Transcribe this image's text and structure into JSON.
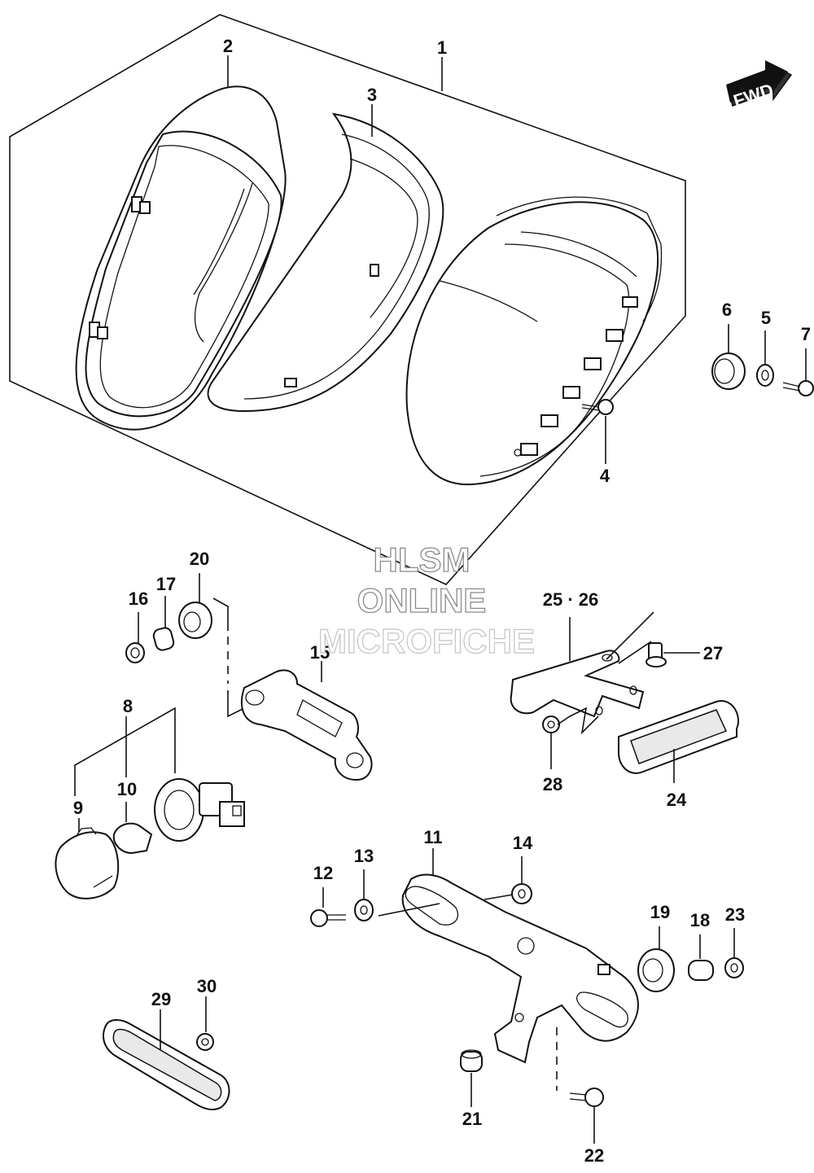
{
  "diagram": {
    "direction_badge": "FWD",
    "watermark": [
      "HLSM",
      "ONLINE",
      "MICROFICHE"
    ],
    "callouts": {
      "p1": "1",
      "p2": "2",
      "p3": "3",
      "p4": "4",
      "p5": "5",
      "p6": "6",
      "p7": "7",
      "p8": "8",
      "p9": "9",
      "p10": "10",
      "p11": "11",
      "p12": "12",
      "p13": "13",
      "p14": "14",
      "p15": "15",
      "p16": "16",
      "p17": "17",
      "p18": "18",
      "p19": "19",
      "p20": "20",
      "p21": "21",
      "p22": "22",
      "p23": "23",
      "p24": "24",
      "p25_26": "25 · 26",
      "p27": "27",
      "p28": "28",
      "p29": "29",
      "p30": "30"
    }
  }
}
